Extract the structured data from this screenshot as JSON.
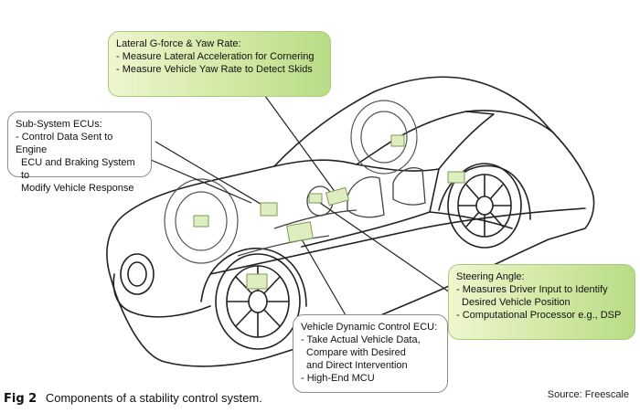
{
  "callouts": {
    "lateral": {
      "title": "Lateral G-force & Yaw Rate:",
      "items": [
        "- Measure Lateral Acceleration for Cornering",
        "- Measure Vehicle Yaw Rate to Detect Skids"
      ]
    },
    "subsystem": {
      "title": "Sub-System ECUs:",
      "items": [
        "- Control Data Sent to Engine",
        "  ECU and Braking System to",
        "  Modify Vehicle Response"
      ]
    },
    "steering": {
      "title": "Steering Angle:",
      "items": [
        "- Measures Driver Input to Identify",
        "  Desired Vehicle Position",
        "- Computational Processor e.g., DSP"
      ]
    },
    "vdc": {
      "title": "Vehicle Dynamic Control ECU:",
      "items": [
        "- Take Actual Vehicle Data,",
        "  Compare with Desired",
        "  and Direct Intervention",
        "- High-End MCU"
      ]
    }
  },
  "caption": {
    "fig_label": "Fig 2",
    "text": "Components of a stability control system."
  },
  "source": "Source: Freescale",
  "colors": {
    "callout_light": "#eef6cf",
    "callout_dark": "#b8dc86",
    "component": "#dfeec0",
    "outline": "#222222"
  }
}
